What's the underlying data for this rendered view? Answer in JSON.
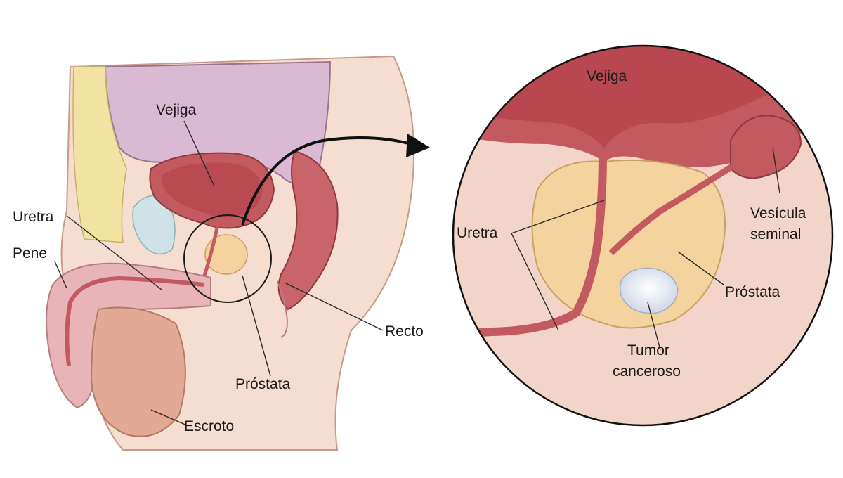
{
  "left_labels": {
    "vejiga": "Vejiga",
    "uretra": "Uretra",
    "pene": "Pene",
    "recto": "Recto",
    "prostata": "Próstata",
    "escroto": "Escroto"
  },
  "zoom_labels": {
    "vejiga": "Vejiga",
    "uretra": "Uretra",
    "vesicula_line1": "Vesícula",
    "vesicula_line2": "seminal",
    "prostata": "Próstata",
    "tumor_line1": "Tumor",
    "tumor_line2": "canceroso"
  },
  "colors": {
    "skin": "#f3d7c9",
    "skin_dark": "#d99c8a",
    "bladder_wall": "#c25a5f",
    "bladder_inner": "#b94a52",
    "abdomen": "#d7b9cf",
    "prostate": "#f5d39e",
    "fat": "#f2e3a2",
    "tumor": "#eef2f8",
    "cartilage": "#cfe3e6"
  }
}
